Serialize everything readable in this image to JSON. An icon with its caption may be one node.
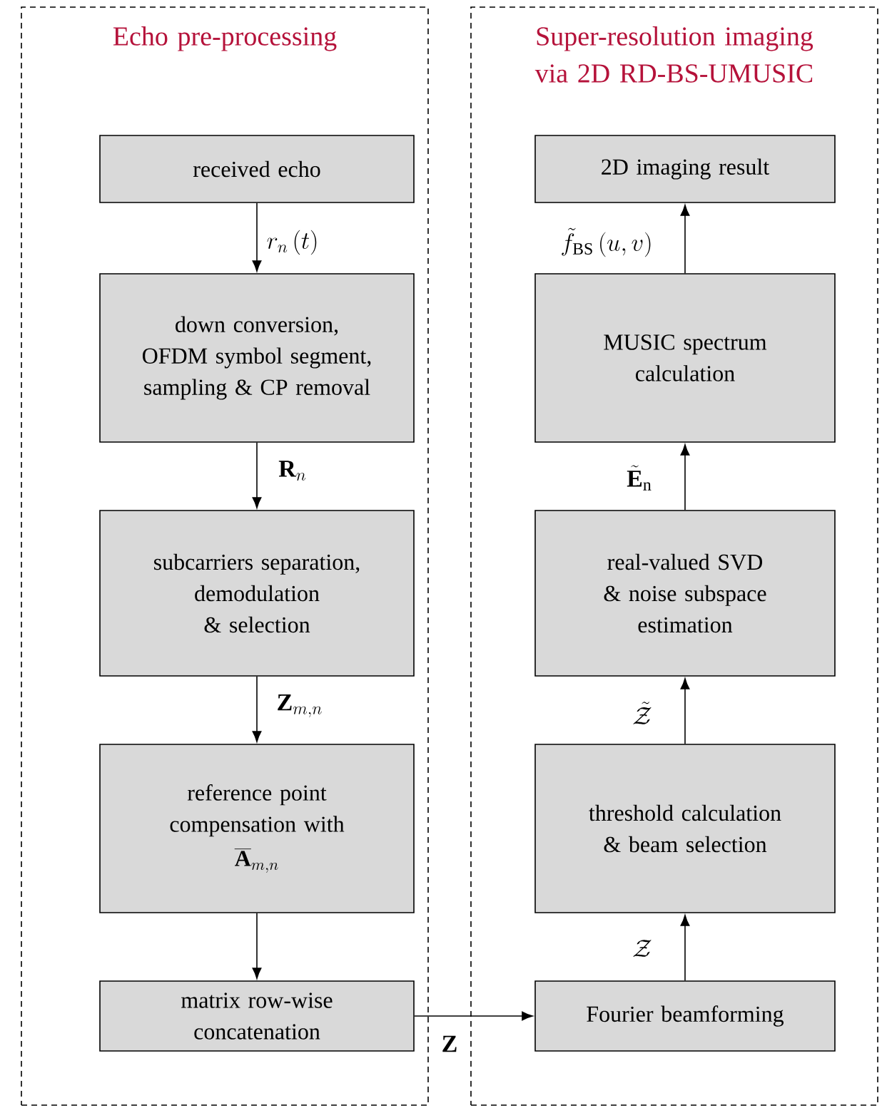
{
  "diagram": {
    "nodes": [
      {
        "text": [
          "Echo pre-processing"
        ]
      },
      {
        "text": [
          "Super-resolution imaging via 2D RD-BS-UMUSIC"
        ]
      },
      {
        "text": [
          "received echo"
        ],
        "in": 0
      },
      {
        "text": [
          "down conversion, OFDM symbol segment, sampling & CP removal"
        ],
        "in": 0
      },
      {
        "text": [
          "subcarriers separation, demodulation & selection"
        ],
        "in": 0
      },
      {
        "text": [
          "reference point compensation with",
          "\\overline{\\mathbf{A}}_{m,n}"
        ],
        "in": 0
      },
      {
        "text": [
          "matrix row-wise concatenation"
        ],
        "in": 0
      },
      {
        "text": [
          "2D imaging result"
        ],
        "in": 1
      },
      {
        "text": [
          "MUSIC spectrum calculation"
        ],
        "in": 1
      },
      {
        "text": [
          "real-valued SVD & noise subspace estimation"
        ],
        "in": 1
      },
      {
        "text": [
          "threshold calculation & beam selection"
        ],
        "in": 1
      },
      {
        "text": [
          "Fourier beamforming"
        ],
        "in": 1
      }
    ],
    "edges": [
      {
        "from": 2,
        "to": 3,
        "arrow": "to",
        "label": "r_{n}\\left(t\\right)"
      },
      {
        "from": 3,
        "to": 4,
        "arrow": "to",
        "label": "\\mathbf{R}_{n}"
      },
      {
        "from": 4,
        "to": 5,
        "arrow": "to",
        "label": "\\mathbf{Z}_{m,n}"
      },
      {
        "from": 5,
        "to": 6,
        "arrow": "to"
      },
      {
        "from": 6,
        "to": 11,
        "arrow": "to",
        "label": "\\mathbf{Z}"
      },
      {
        "from": 11,
        "to": 10,
        "arrow": "to",
        "label": "\\mathcal{Z}"
      },
      {
        "from": 10,
        "to": 9,
        "arrow": "to",
        "label": "\\tilde{\\mathcal{Z}}"
      },
      {
        "from": 9,
        "to": 8,
        "arrow": "to",
        "label": "\\tilde{\\mathbf{E}}_{\\mathrm{n}}"
      },
      {
        "from": 8,
        "to": 7,
        "arrow": "to",
        "label": "\\tilde{f}_{\\mathrm{BS}}\\left(u,v\\right)"
      }
    ]
  }
}
